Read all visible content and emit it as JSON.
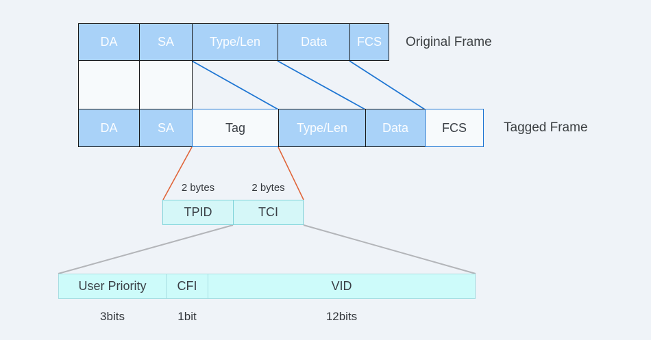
{
  "colors": {
    "background": "#eff3f8",
    "cell_fill_blue": "#a9d2f8",
    "cell_border_dark": "#17181a",
    "outline_blue": "#1f76d3",
    "connector_orange": "#e0653a",
    "connector_gray": "#b3b5b9",
    "detail_fill_teal": "#d5f7f8",
    "detail_border_teal": "#7fd3d9",
    "bottom_fill_cyan": "#cdfbfa",
    "bottom_border_cyan": "#a6dde1"
  },
  "original_frame": {
    "label": "Original Frame",
    "cells": [
      {
        "label": "DA"
      },
      {
        "label": "SA"
      },
      {
        "label": "Type/Len"
      },
      {
        "label": "Data"
      },
      {
        "label": "FCS",
        "crossed_out": true
      }
    ]
  },
  "tagged_frame": {
    "label": "Tagged Frame",
    "cells": [
      {
        "label": "DA"
      },
      {
        "label": "SA"
      },
      {
        "label": "Tag"
      },
      {
        "label": "Type/Len"
      },
      {
        "label": "Data"
      },
      {
        "label": "FCS"
      }
    ]
  },
  "tag_expansion": {
    "fields": [
      {
        "label": "TPID",
        "size": "2 bytes"
      },
      {
        "label": "TCI",
        "size": "2 bytes"
      }
    ]
  },
  "tci_expansion": {
    "fields": [
      {
        "label": "User Priority",
        "bits": "3bits"
      },
      {
        "label": "CFI",
        "bits": "1bit"
      },
      {
        "label": "VID",
        "bits": "12bits"
      }
    ]
  }
}
